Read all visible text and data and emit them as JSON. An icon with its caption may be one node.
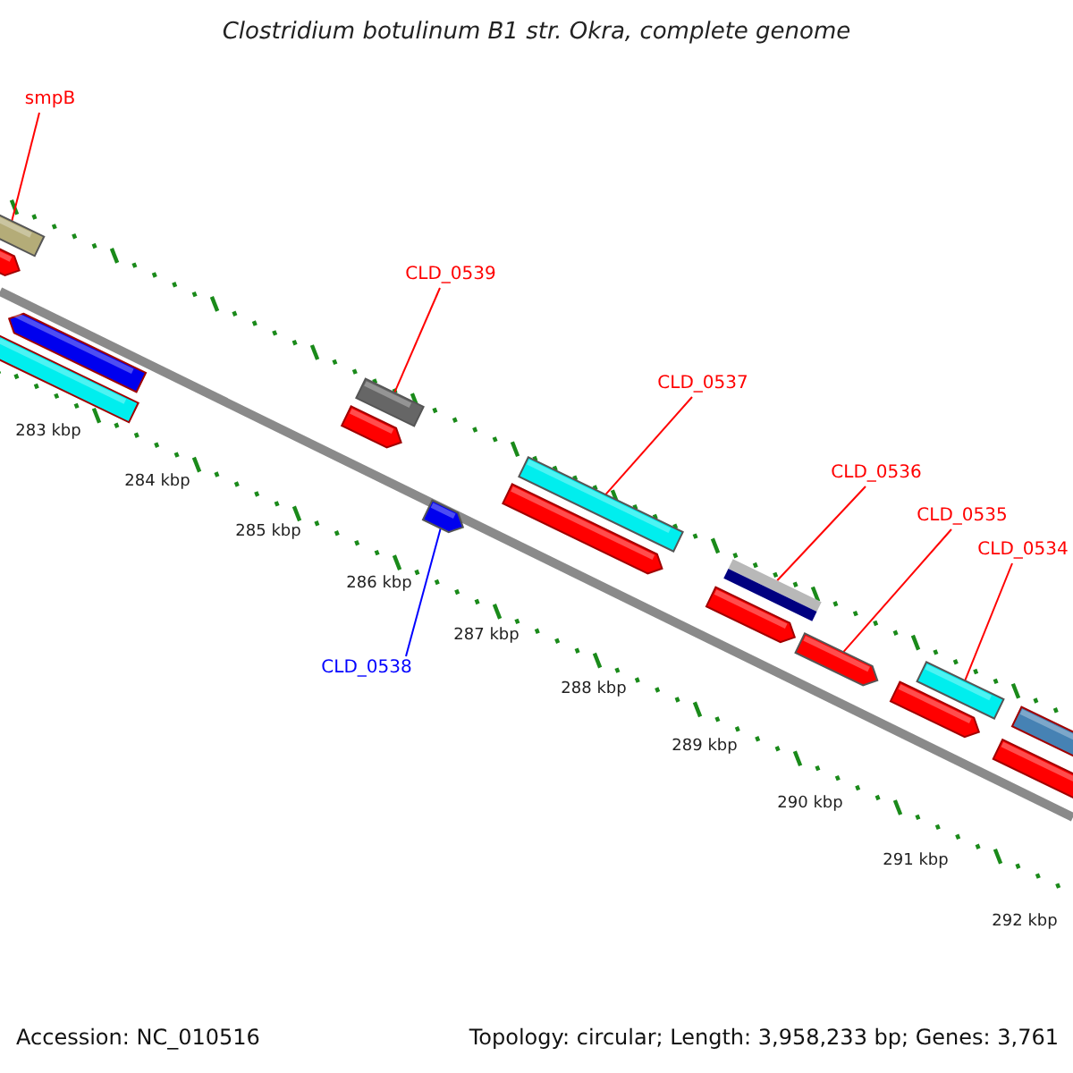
{
  "diagram": {
    "title": "Clostridium botulinum B1 str. Okra, complete genome",
    "nodes": [
      {
        "text": [
          "smpB"
        ]
      },
      {
        "text": [],
        "shape": "bar"
      },
      {
        "text": [
          "CLD_0539"
        ]
      },
      {
        "text": [],
        "shape": "bar"
      },
      {
        "text": [
          "CLD_0537"
        ]
      },
      {
        "text": [],
        "shape": "bar"
      },
      {
        "text": [
          "CLD_0536"
        ]
      },
      {
        "text": [],
        "shape": "bar"
      },
      {
        "text": [
          "CLD_0535"
        ]
      },
      {
        "text": [],
        "shape": "bar"
      },
      {
        "text": [
          "CLD_0534"
        ]
      },
      {
        "text": [],
        "shape": "bar"
      },
      {
        "text": [
          "CLD_0538"
        ]
      },
      {
        "text": [],
        "shape": "bar"
      }
    ],
    "edges": [
      {
        "from": 0,
        "to": 1,
        "arrow": "none"
      },
      {
        "from": 2,
        "to": 3,
        "arrow": "none"
      },
      {
        "from": 4,
        "to": 5,
        "arrow": "none"
      },
      {
        "from": 6,
        "to": 7,
        "arrow": "none"
      },
      {
        "from": 8,
        "to": 9,
        "arrow": "none"
      },
      {
        "from": 10,
        "to": 11,
        "arrow": "none"
      },
      {
        "from": 12,
        "to": 13,
        "arrow": "none",
        "color": "#0000ff"
      }
    ],
    "labels": [
      "283 kbp",
      "284 kbp",
      "285 kbp",
      "286 kbp",
      "287 kbp",
      "288 kbp",
      "289 kbp",
      "290 kbp",
      "291 kbp",
      "292 kbp",
      "Accession: NC_010516",
      "Topology: circular; Length: 3,958,233 bp; Genes: 3,761"
    ]
  }
}
